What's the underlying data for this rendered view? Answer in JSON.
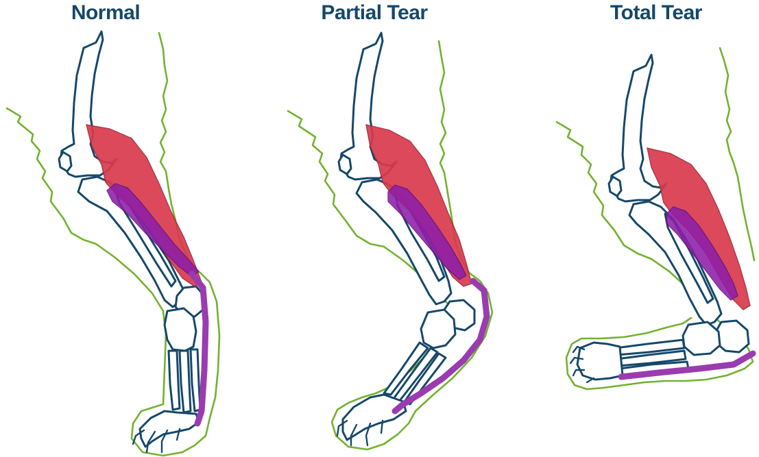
{
  "colors": {
    "title": "#15486a",
    "bone_stroke": "#15486a",
    "skin_outline": "#72b22e",
    "gastrocnemius": "#d93a4d",
    "deep_muscle": "#8e1ea8",
    "tendon": "#9a3cb0"
  },
  "panels": [
    {
      "title": "Normal",
      "condition": "normal"
    },
    {
      "title": "Partial Tear",
      "condition": "partial-tear"
    },
    {
      "title": "Total Tear",
      "condition": "total-tear"
    }
  ]
}
